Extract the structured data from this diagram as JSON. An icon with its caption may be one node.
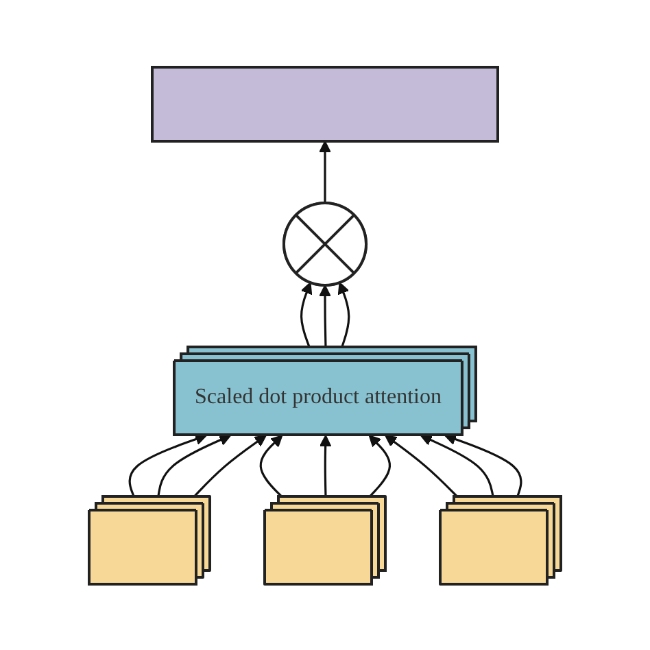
{
  "diagram": {
    "nodes": [
      {
        "text": [],
        "shape": "box"
      },
      {
        "text": [],
        "shape": "circle"
      },
      {
        "text": [
          "Scaled dot product attention"
        ]
      },
      {
        "text": [],
        "shape": "box"
      },
      {
        "text": [],
        "shape": "box"
      },
      {
        "text": [],
        "shape": "box"
      }
    ],
    "edges": [
      {
        "from": 1,
        "to": 0,
        "arrow": "to"
      },
      {
        "from": 2,
        "to": 1,
        "arrow": "to"
      },
      {
        "from": 2,
        "to": 1,
        "arrow": "to"
      },
      {
        "from": 2,
        "to": 1,
        "arrow": "to"
      },
      {
        "from": 3,
        "to": 2,
        "arrow": "to"
      },
      {
        "from": 3,
        "to": 2,
        "arrow": "to"
      },
      {
        "from": 3,
        "to": 2,
        "arrow": "to"
      },
      {
        "from": 4,
        "to": 2,
        "arrow": "to"
      },
      {
        "from": 4,
        "to": 2,
        "arrow": "to"
      },
      {
        "from": 4,
        "to": 2,
        "arrow": "to"
      },
      {
        "from": 5,
        "to": 2,
        "arrow": "to"
      },
      {
        "from": 5,
        "to": 2,
        "arrow": "to"
      },
      {
        "from": 5,
        "to": 2,
        "arrow": "to"
      }
    ]
  }
}
